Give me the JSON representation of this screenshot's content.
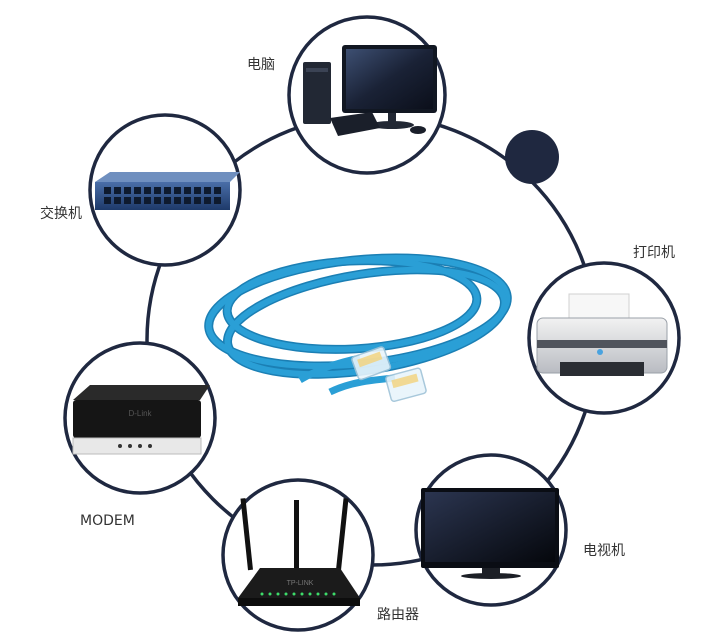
{
  "colors": {
    "ring": "#1f2840",
    "node_fill": "#ffffff",
    "accent_dot": "#1f2840",
    "cable": "#2a9fd6",
    "cable_dark": "#1b7fb4",
    "label_text": "#333333"
  },
  "center": {
    "icon": "network-cable-icon"
  },
  "devices": [
    {
      "id": "computer",
      "label": "电脑",
      "icon": "desktop-computer-icon"
    },
    {
      "id": "switch",
      "label": "交换机",
      "icon": "network-switch-icon"
    },
    {
      "id": "printer",
      "label": "打印机",
      "icon": "printer-icon"
    },
    {
      "id": "modem",
      "label": "MODEM",
      "icon": "modem-icon"
    },
    {
      "id": "tv",
      "label": "电视机",
      "icon": "television-icon"
    },
    {
      "id": "router",
      "label": "路由器",
      "icon": "router-icon"
    }
  ],
  "device_text": {
    "modem_brand": "D-Link",
    "router_brand": "TP-LINK"
  }
}
